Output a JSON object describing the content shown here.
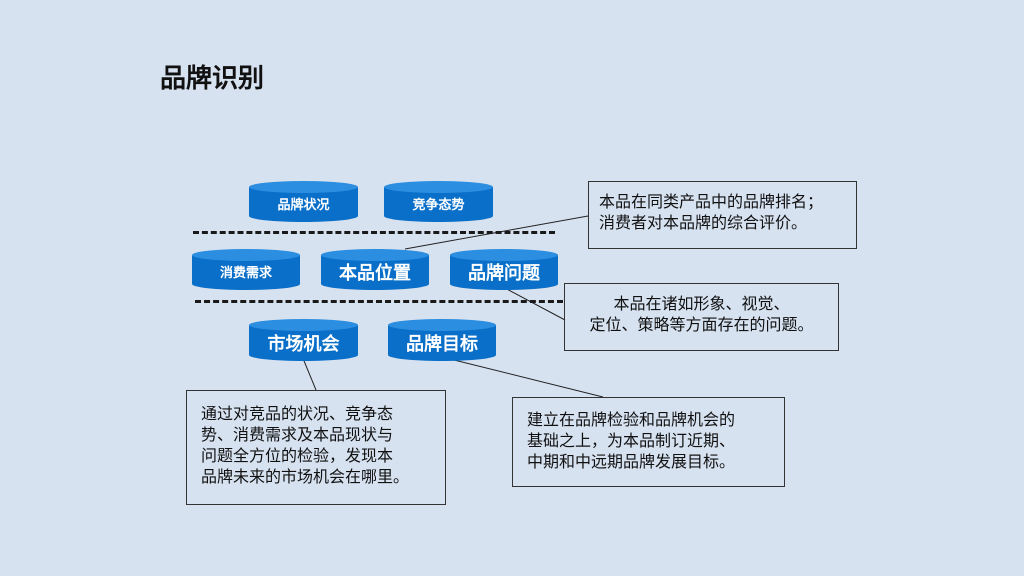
{
  "title": "品牌识别",
  "nodes": {
    "brand_status": "品牌状况",
    "competition": "竞争态势",
    "consumer_demand": "消费需求",
    "product_position": "本品位置",
    "brand_problem": "品牌问题",
    "market_opportunity": "市场机会",
    "brand_goal": "品牌目标"
  },
  "callouts": {
    "position": [
      "本品在同类产品中的品牌排名；",
      "消费者对本品牌的综合评价。"
    ],
    "problem": [
      "本品在诸如形象、视觉、",
      "定位、策略等方面存在的问题。"
    ],
    "opportunity": [
      "通过对竞品的状况、竞争态",
      "势、消费需求及本品现状与",
      "问题全方位的检验，发现本",
      "品牌未来的市场机会在哪里。"
    ],
    "goal": [
      "建立在品牌检验和品牌机会的",
      "基础之上，为本品制订近期、",
      "中期和中远期品牌发展目标。"
    ]
  },
  "colors": {
    "background": "#d7e2f1",
    "cylinder_body": "#0a6fc9",
    "cylinder_top": "#2b8ee0"
  }
}
